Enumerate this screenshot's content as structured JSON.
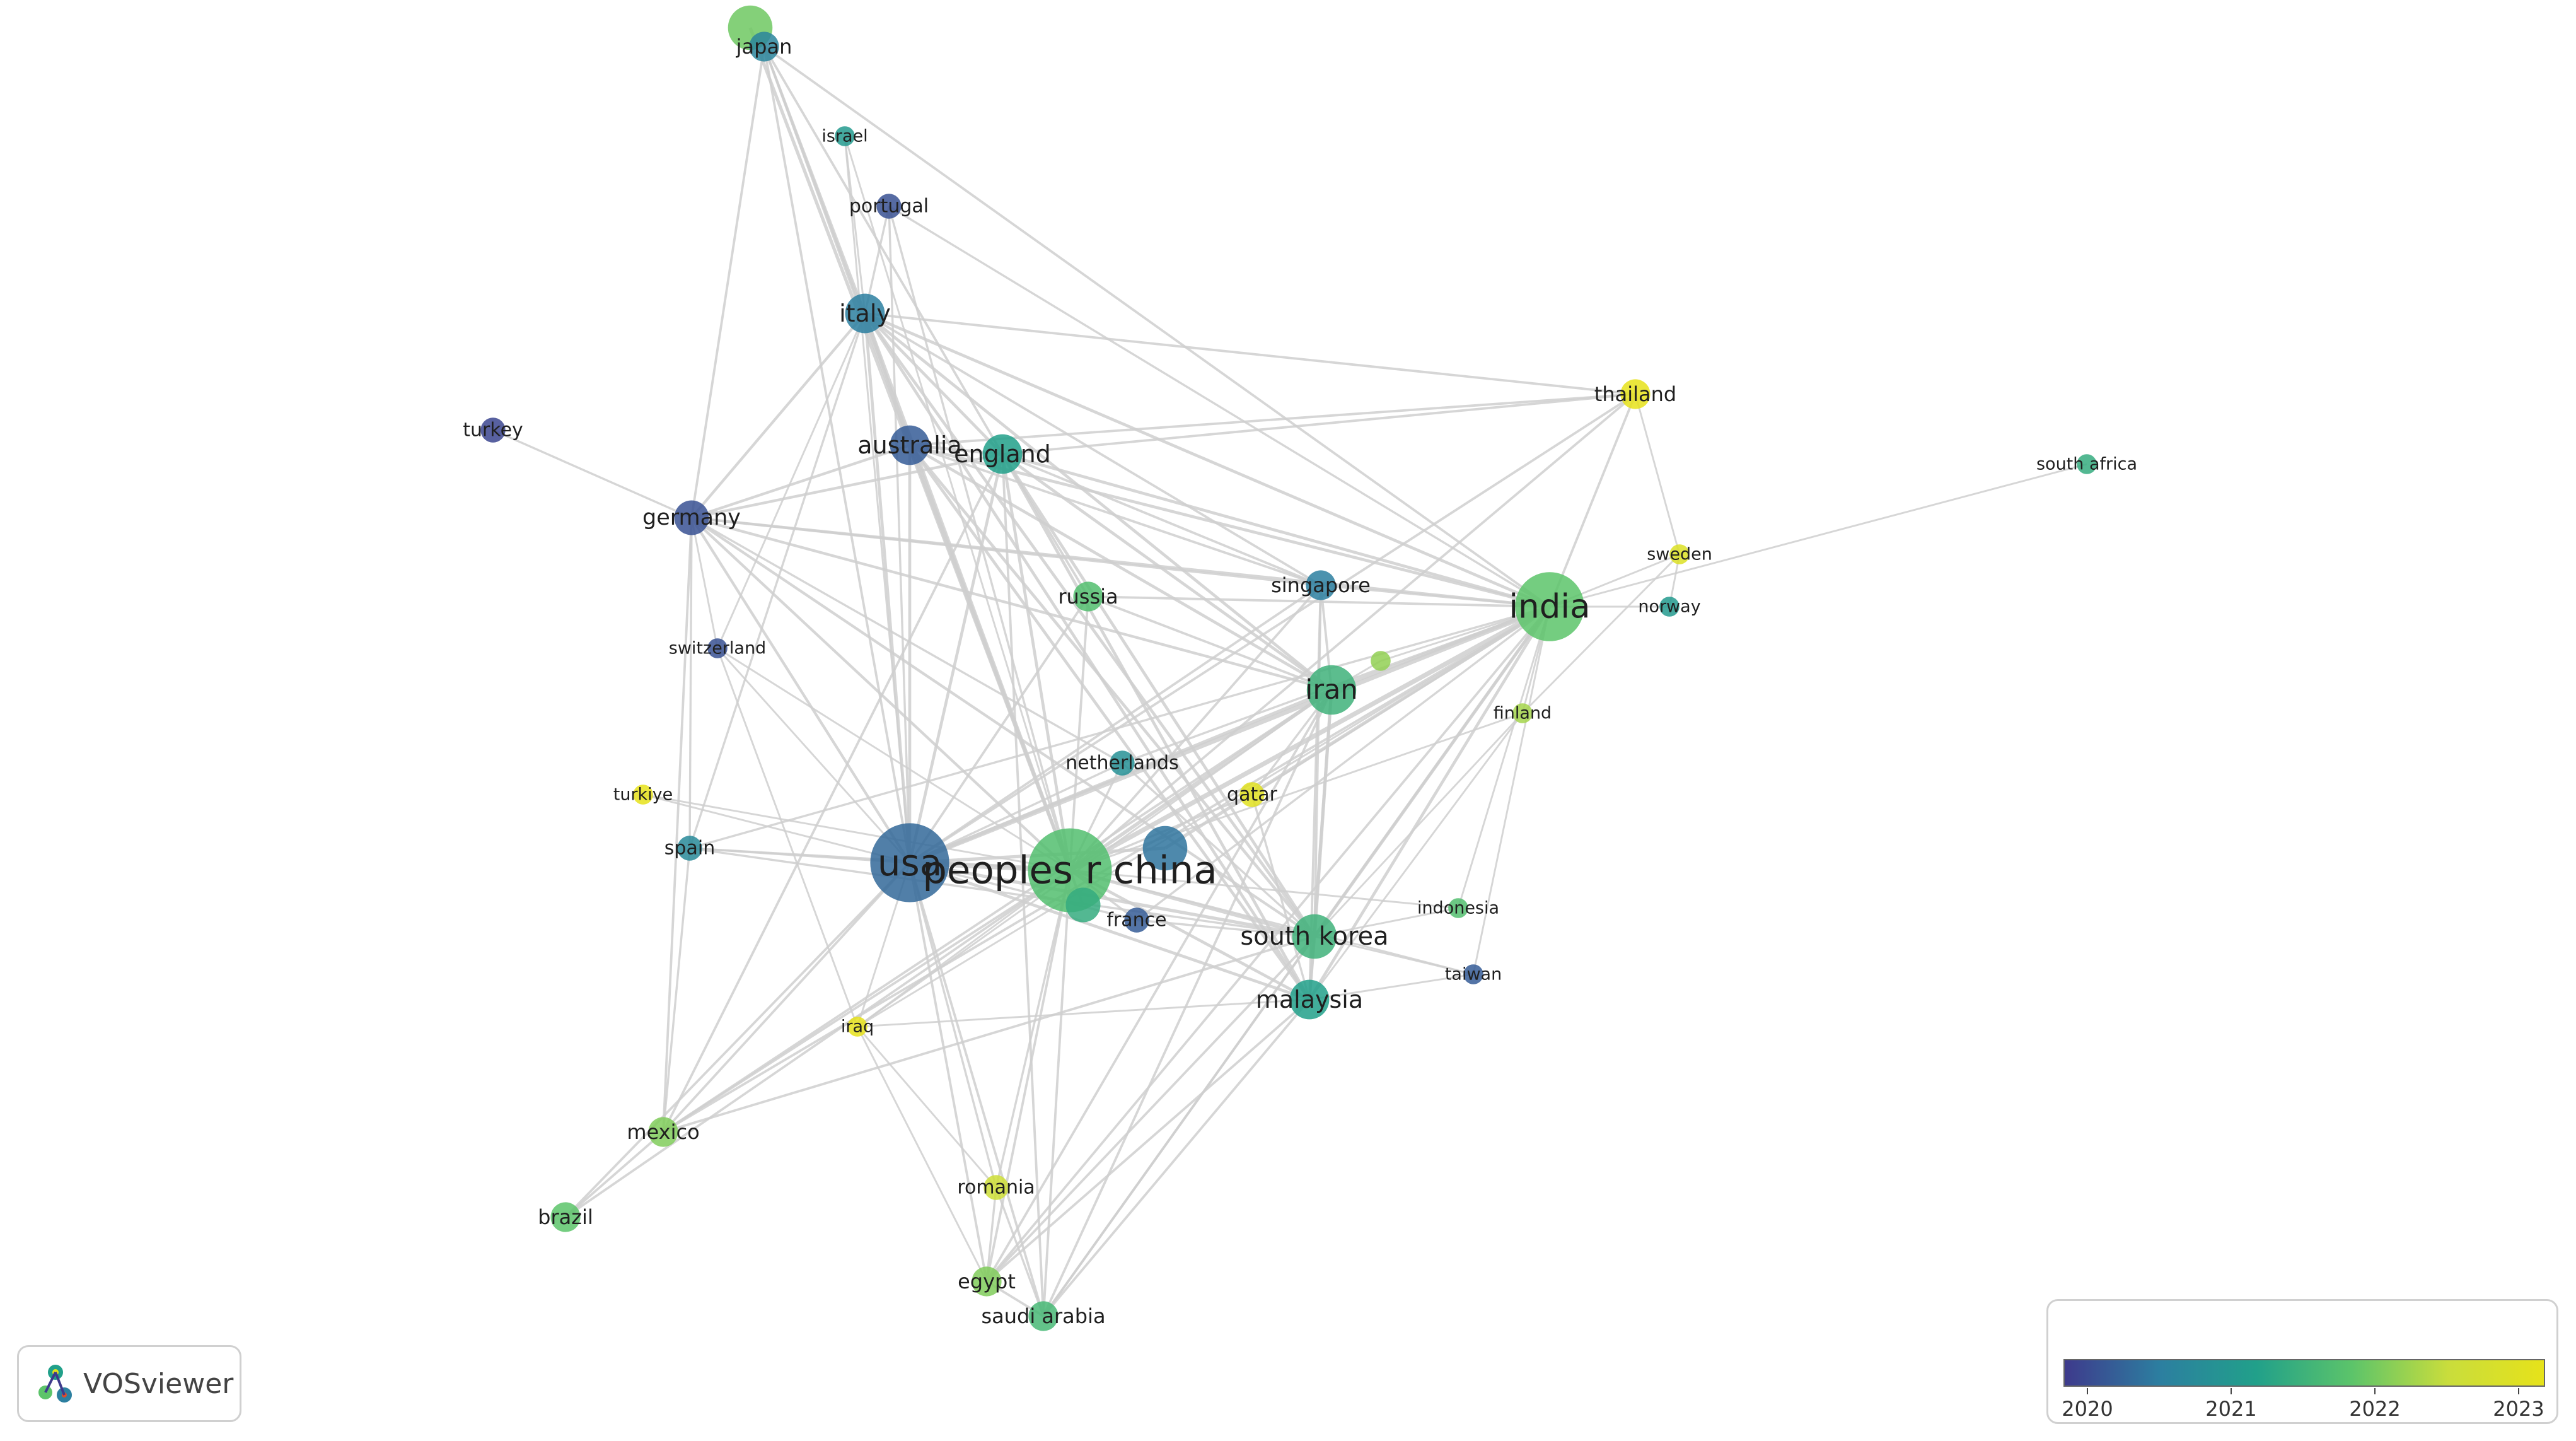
{
  "app": "VOSviewer",
  "colors": {
    "edge": "#cfcfcf",
    "label": "#1f1f1f",
    "scale": [
      "#3e3a8c",
      "#2c7fa0",
      "#21a08a",
      "#5cc46a",
      "#c9dd3c",
      "#e6e21a"
    ]
  },
  "legend": {
    "labels": [
      "2020",
      "2021",
      "2022",
      "2023"
    ]
  },
  "nodes": [
    {
      "id": "japan",
      "label": "japan",
      "weight": 4,
      "year": 2020.7
    },
    {
      "id": "israel",
      "label": "israel",
      "weight": 2,
      "year": 2021.1
    },
    {
      "id": "portugal",
      "label": "portugal",
      "weight": 3,
      "year": 2020.2
    },
    {
      "id": "italy",
      "label": "italy",
      "weight": 6,
      "year": 2020.6
    },
    {
      "id": "turkey",
      "label": "turkey",
      "weight": 3,
      "year": 2020.1
    },
    {
      "id": "australia",
      "label": "australia",
      "weight": 6,
      "year": 2020.3
    },
    {
      "id": "england",
      "label": "england",
      "weight": 6,
      "year": 2021.2
    },
    {
      "id": "germany",
      "label": "germany",
      "weight": 5,
      "year": 2020.2
    },
    {
      "id": "thailand",
      "label": "thailand",
      "weight": 4,
      "year": 2023.0
    },
    {
      "id": "south-africa",
      "label": "south africa",
      "weight": 2,
      "year": 2021.4
    },
    {
      "id": "sweden",
      "label": "sweden",
      "weight": 2,
      "year": 2022.8
    },
    {
      "id": "norway",
      "label": "norway",
      "weight": 2,
      "year": 2021.1
    },
    {
      "id": "russia",
      "label": "russia",
      "weight": 4,
      "year": 2021.7
    },
    {
      "id": "singapore",
      "label": "singapore",
      "weight": 4,
      "year": 2020.6
    },
    {
      "id": "india",
      "label": "india",
      "weight": 12,
      "year": 2021.8
    },
    {
      "id": "switzerland",
      "label": "switzerland",
      "weight": 2,
      "year": 2020.2
    },
    {
      "id": "iran",
      "label": "iran",
      "weight": 8,
      "year": 2021.5
    },
    {
      "id": "finland",
      "label": "finland",
      "weight": 2,
      "year": 2022.2
    },
    {
      "id": "turkiye",
      "label": "turkiye",
      "weight": 2,
      "year": 2023.0
    },
    {
      "id": "netherlands",
      "label": "netherlands",
      "weight": 3,
      "year": 2020.9
    },
    {
      "id": "qatar",
      "label": "qatar",
      "weight": 3,
      "year": 2022.9
    },
    {
      "id": "spain",
      "label": "spain",
      "weight": 3,
      "year": 2020.8
    },
    {
      "id": "usa",
      "label": "usa",
      "weight": 14,
      "year": 2020.4
    },
    {
      "id": "peoples-r-china",
      "label": "peoples r china",
      "weight": 15,
      "year": 2021.7
    },
    {
      "id": "france",
      "label": "france",
      "weight": 3,
      "year": 2020.3
    },
    {
      "id": "indonesia",
      "label": "indonesia",
      "weight": 2,
      "year": 2021.7
    },
    {
      "id": "south-korea",
      "label": "south korea",
      "weight": 7,
      "year": 2021.5
    },
    {
      "id": "taiwan",
      "label": "taiwan",
      "weight": 2,
      "year": 2020.3
    },
    {
      "id": "malaysia",
      "label": "malaysia",
      "weight": 6,
      "year": 2021.2
    },
    {
      "id": "iraq",
      "label": "iraq",
      "weight": 2,
      "year": 2023.0
    },
    {
      "id": "mexico",
      "label": "mexico",
      "weight": 4,
      "year": 2022.0
    },
    {
      "id": "romania",
      "label": "romania",
      "weight": 3,
      "year": 2022.5
    },
    {
      "id": "brazil",
      "label": "brazil",
      "weight": 4,
      "year": 2021.8
    },
    {
      "id": "egypt",
      "label": "egypt",
      "weight": 4,
      "year": 2022.0
    },
    {
      "id": "saudi-arabia",
      "label": "saudi arabia",
      "weight": 4,
      "year": 2021.6
    },
    {
      "id": "unlabeled-1",
      "label": "",
      "weight": 2,
      "year": 2022.1
    },
    {
      "id": "unlabeled-2",
      "label": "",
      "weight": 5,
      "year": 2021.4
    },
    {
      "id": "unlabeled-3",
      "label": "",
      "weight": 7,
      "year": 2020.5
    },
    {
      "id": "unlabeled-4",
      "label": "",
      "weight": 7,
      "year": 2021.9
    }
  ],
  "edges": [
    [
      "japan",
      "italy"
    ],
    [
      "japan",
      "australia"
    ],
    [
      "japan",
      "usa"
    ],
    [
      "japan",
      "peoples-r-china"
    ],
    [
      "japan",
      "england"
    ],
    [
      "japan",
      "germany"
    ],
    [
      "japan",
      "india"
    ],
    [
      "israel",
      "italy"
    ],
    [
      "israel",
      "usa"
    ],
    [
      "israel",
      "peoples-r-china"
    ],
    [
      "portugal",
      "italy"
    ],
    [
      "portugal",
      "usa"
    ],
    [
      "portugal",
      "india"
    ],
    [
      "portugal",
      "peoples-r-china"
    ],
    [
      "italy",
      "australia"
    ],
    [
      "italy",
      "england"
    ],
    [
      "italy",
      "germany"
    ],
    [
      "italy",
      "usa"
    ],
    [
      "italy",
      "peoples-r-china"
    ],
    [
      "italy",
      "india"
    ],
    [
      "italy",
      "thailand"
    ],
    [
      "italy",
      "iran"
    ],
    [
      "italy",
      "spain"
    ],
    [
      "italy",
      "switzerland"
    ],
    [
      "italy",
      "south-korea"
    ],
    [
      "italy",
      "malaysia"
    ],
    [
      "italy",
      "singapore"
    ],
    [
      "turkey",
      "germany"
    ],
    [
      "australia",
      "england"
    ],
    [
      "australia",
      "usa"
    ],
    [
      "australia",
      "peoples-r-china"
    ],
    [
      "australia",
      "india"
    ],
    [
      "australia",
      "iran"
    ],
    [
      "australia",
      "germany"
    ],
    [
      "australia",
      "malaysia"
    ],
    [
      "australia",
      "south-korea"
    ],
    [
      "australia",
      "singapore"
    ],
    [
      "australia",
      "thailand"
    ],
    [
      "england",
      "usa"
    ],
    [
      "england",
      "peoples-r-china"
    ],
    [
      "england",
      "india"
    ],
    [
      "england",
      "iran"
    ],
    [
      "england",
      "germany"
    ],
    [
      "england",
      "malaysia"
    ],
    [
      "england",
      "south-korea"
    ],
    [
      "england",
      "thailand"
    ],
    [
      "england",
      "singapore"
    ],
    [
      "england",
      "russia"
    ],
    [
      "england",
      "mexico"
    ],
    [
      "england",
      "saudi-arabia"
    ],
    [
      "germany",
      "usa"
    ],
    [
      "germany",
      "peoples-r-china"
    ],
    [
      "germany",
      "india"
    ],
    [
      "germany",
      "spain"
    ],
    [
      "germany",
      "switzerland"
    ],
    [
      "germany",
      "mexico"
    ],
    [
      "germany",
      "iran"
    ],
    [
      "germany",
      "south-korea"
    ],
    [
      "germany",
      "singapore"
    ],
    [
      "germany",
      "netherlands"
    ],
    [
      "thailand",
      "india"
    ],
    [
      "thailand",
      "peoples-r-china"
    ],
    [
      "thailand",
      "sweden"
    ],
    [
      "thailand",
      "usa"
    ],
    [
      "south-africa",
      "india"
    ],
    [
      "sweden",
      "india"
    ],
    [
      "sweden",
      "norway"
    ],
    [
      "sweden",
      "finland"
    ],
    [
      "norway",
      "india"
    ],
    [
      "russia",
      "peoples-r-china"
    ],
    [
      "russia",
      "india"
    ],
    [
      "russia",
      "usa"
    ],
    [
      "russia",
      "iran"
    ],
    [
      "singapore",
      "peoples-r-china"
    ],
    [
      "singapore",
      "usa"
    ],
    [
      "singapore",
      "india"
    ],
    [
      "singapore",
      "iran"
    ],
    [
      "singapore",
      "south-korea"
    ],
    [
      "singapore",
      "malaysia"
    ],
    [
      "india",
      "peoples-r-china"
    ],
    [
      "india",
      "usa"
    ],
    [
      "india",
      "iran"
    ],
    [
      "india",
      "south-korea"
    ],
    [
      "india",
      "malaysia"
    ],
    [
      "india",
      "finland"
    ],
    [
      "india",
      "indonesia"
    ],
    [
      "india",
      "taiwan"
    ],
    [
      "india",
      "qatar"
    ],
    [
      "india",
      "saudi-arabia"
    ],
    [
      "india",
      "egypt"
    ],
    [
      "india",
      "iraq"
    ],
    [
      "india",
      "spain"
    ],
    [
      "india",
      "netherlands"
    ],
    [
      "india",
      "unlabeled-1"
    ],
    [
      "india",
      "unlabeled-3"
    ],
    [
      "switzerland",
      "usa"
    ],
    [
      "switzerland",
      "peoples-r-china"
    ],
    [
      "switzerland",
      "iraq"
    ],
    [
      "iran",
      "peoples-r-china"
    ],
    [
      "iran",
      "usa"
    ],
    [
      "iran",
      "south-korea"
    ],
    [
      "iran",
      "malaysia"
    ],
    [
      "iran",
      "iraq"
    ],
    [
      "iran",
      "qatar"
    ],
    [
      "iran",
      "egypt"
    ],
    [
      "iran",
      "saudi-arabia"
    ],
    [
      "iran",
      "mexico"
    ],
    [
      "iran",
      "unlabeled-1"
    ],
    [
      "finland",
      "peoples-r-china"
    ],
    [
      "finland",
      "malaysia"
    ],
    [
      "finland",
      "south-korea"
    ],
    [
      "turkiye",
      "usa"
    ],
    [
      "turkiye",
      "peoples-r-china"
    ],
    [
      "netherlands",
      "peoples-r-china"
    ],
    [
      "netherlands",
      "usa"
    ],
    [
      "netherlands",
      "south-korea"
    ],
    [
      "qatar",
      "peoples-r-china"
    ],
    [
      "qatar",
      "malaysia"
    ],
    [
      "spain",
      "usa"
    ],
    [
      "spain",
      "peoples-r-china"
    ],
    [
      "spain",
      "mexico"
    ],
    [
      "spain",
      "south-korea"
    ],
    [
      "usa",
      "peoples-r-china"
    ],
    [
      "usa",
      "south-korea"
    ],
    [
      "usa",
      "malaysia"
    ],
    [
      "usa",
      "mexico"
    ],
    [
      "usa",
      "brazil"
    ],
    [
      "usa",
      "egypt"
    ],
    [
      "usa",
      "saudi-arabia"
    ],
    [
      "usa",
      "romania"
    ],
    [
      "usa",
      "iraq"
    ],
    [
      "usa",
      "france"
    ],
    [
      "usa",
      "unlabeled-3"
    ],
    [
      "peoples-r-china",
      "south-korea"
    ],
    [
      "peoples-r-china",
      "malaysia"
    ],
    [
      "peoples-r-china",
      "france"
    ],
    [
      "peoples-r-china",
      "mexico"
    ],
    [
      "peoples-r-china",
      "brazil"
    ],
    [
      "peoples-r-china",
      "egypt"
    ],
    [
      "peoples-r-china",
      "saudi-arabia"
    ],
    [
      "peoples-r-china",
      "romania"
    ],
    [
      "peoples-r-china",
      "iraq"
    ],
    [
      "peoples-r-china",
      "taiwan"
    ],
    [
      "peoples-r-china",
      "indonesia"
    ],
    [
      "peoples-r-china",
      "unlabeled-2"
    ],
    [
      "peoples-r-china",
      "unlabeled-4"
    ],
    [
      "south-korea",
      "malaysia"
    ],
    [
      "south-korea",
      "taiwan"
    ],
    [
      "south-korea",
      "indonesia"
    ],
    [
      "south-korea",
      "saudi-arabia"
    ],
    [
      "south-korea",
      "egypt"
    ],
    [
      "malaysia",
      "iraq"
    ],
    [
      "malaysia",
      "saudi-arabia"
    ],
    [
      "malaysia",
      "egypt"
    ],
    [
      "malaysia",
      "taiwan"
    ],
    [
      "iraq",
      "romania"
    ],
    [
      "iraq",
      "egypt"
    ],
    [
      "mexico",
      "brazil"
    ],
    [
      "mexico",
      "south-korea"
    ],
    [
      "mexico",
      "india"
    ],
    [
      "romania",
      "egypt"
    ],
    [
      "romania",
      "saudi-arabia"
    ],
    [
      "egypt",
      "saudi-arabia"
    ],
    [
      "france",
      "south-korea"
    ],
    [
      "france",
      "india"
    ]
  ]
}
